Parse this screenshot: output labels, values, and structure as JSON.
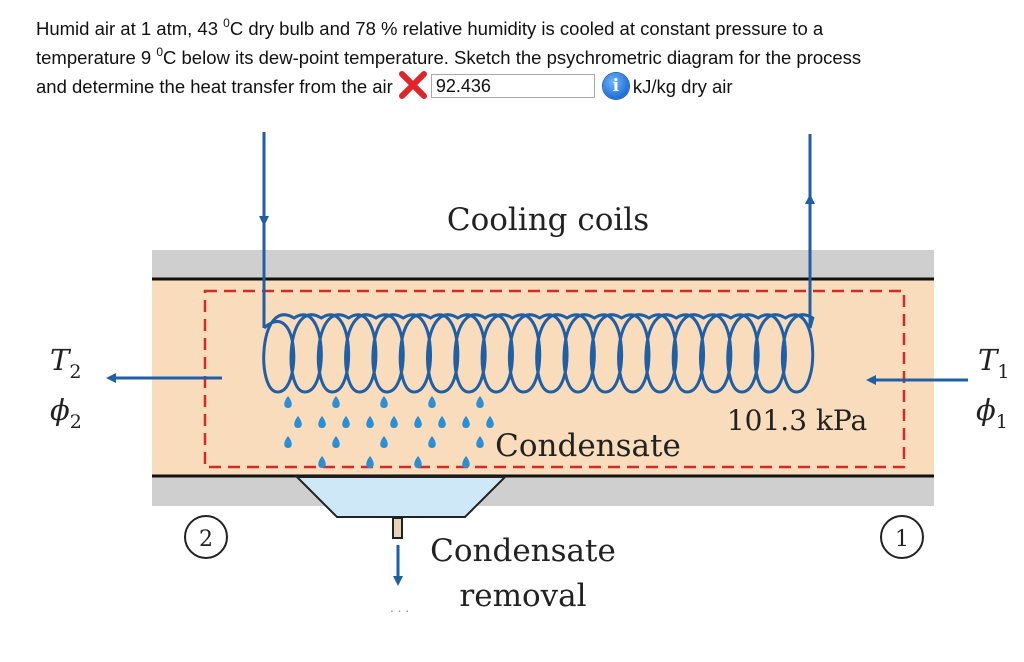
{
  "question": {
    "line1_pre": "Humid air at 1 atm, 43 ",
    "degree_1": "0",
    "line1_mid": "C dry bulb and 78 % relative humidity is cooled at constant pressure to a",
    "line2_pre": "temperature 9 ",
    "degree_2": "0",
    "line2_post": "C below its dew-point temperature. Sketch the psychrometric diagram for the process",
    "line3_pre": "and determine the heat transfer from the air",
    "answer_value": "92.436",
    "answer_status": "incorrect",
    "info_icon": "i",
    "unit": "kJ/kg dry air"
  },
  "diagram": {
    "cooling_coils_label": "Cooling coils",
    "pressure_label": "101.3 kPa",
    "condensate_label": "Condensate",
    "condensate_removal_line1": "Condensate",
    "condensate_removal_line2": "removal",
    "state1_number": "1",
    "state2_number": "2",
    "inlet_T_sym": "T",
    "inlet_T_sub": "1",
    "inlet_phi_sym": "ϕ",
    "inlet_phi_sub": "1",
    "outlet_T_sym": "T",
    "outlet_T_sub": "2",
    "outlet_phi_sym": "ϕ",
    "outlet_phi_sub": "2"
  },
  "colors": {
    "duct_fill": "#f8dcbc",
    "duct_wall": "#cfcfcf",
    "coil_blue": "#1f5fa6",
    "droplet_blue": "#2b8fd6",
    "dashed_red": "#d42a2a",
    "tray_fill": "#cfe8f7",
    "error_red": "#e0242a"
  }
}
